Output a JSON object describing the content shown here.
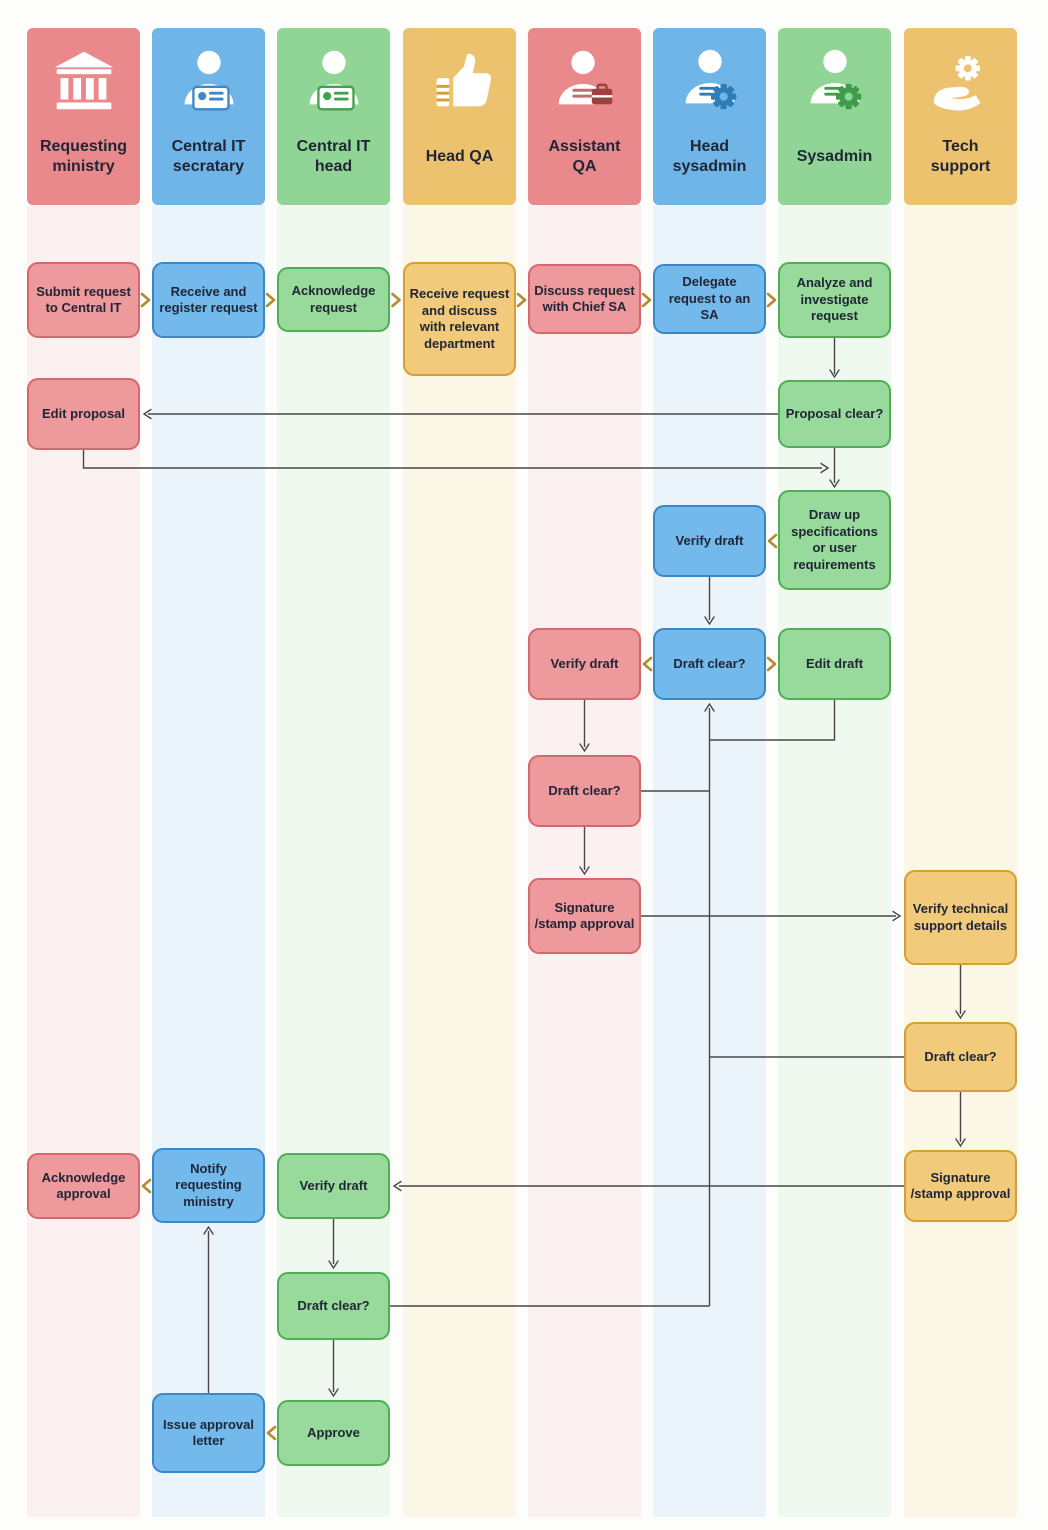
{
  "diagram": {
    "type": "swimlane-flowchart",
    "background": "#fdfdfb",
    "lanes": [
      {
        "id": "requesting-ministry",
        "label": "Requesting ministry",
        "icon": "government-building-icon",
        "color": "red"
      },
      {
        "id": "central-it-secratary",
        "label": "Central IT secratary",
        "icon": "secretary-id-badge-icon",
        "color": "blue"
      },
      {
        "id": "central-it-head",
        "label": "Central IT head",
        "icon": "manager-id-badge-icon",
        "color": "green"
      },
      {
        "id": "head-qa",
        "label": "Head QA",
        "icon": "thumbs-up-icon",
        "color": "yellow"
      },
      {
        "id": "assistant-qa",
        "label": "Assistant QA",
        "icon": "assistant-briefcase-icon",
        "color": "red"
      },
      {
        "id": "head-sysadmin",
        "label": "Head sysadmin",
        "icon": "admin-gear-icon",
        "color": "blue"
      },
      {
        "id": "sysadmin",
        "label": "Sysadmin",
        "icon": "sysadmin-gear-icon",
        "color": "green"
      },
      {
        "id": "tech-support",
        "label": "Tech support",
        "icon": "hand-gear-icon",
        "color": "yellow"
      }
    ],
    "nodes": [
      {
        "id": "submit-request",
        "lane": "requesting-ministry",
        "color": "red",
        "label": "Submit request to Central IT"
      },
      {
        "id": "receive-register",
        "lane": "central-it-secratary",
        "color": "blue",
        "label": "Receive and register request"
      },
      {
        "id": "acknowledge-request",
        "lane": "central-it-head",
        "color": "green",
        "label": "Acknowledge request"
      },
      {
        "id": "receive-discuss-department",
        "lane": "head-qa",
        "color": "yellow",
        "label": "Receive request and discuss with relevant department"
      },
      {
        "id": "discuss-chief-sa",
        "lane": "assistant-qa",
        "color": "red",
        "label": "Discuss request with Chief SA"
      },
      {
        "id": "delegate-to-sa",
        "lane": "head-sysadmin",
        "color": "blue",
        "label": "Delegate request to an SA"
      },
      {
        "id": "analyze-investigate",
        "lane": "sysadmin",
        "color": "green",
        "label": "Analyze and investigate request"
      },
      {
        "id": "edit-proposal",
        "lane": "requesting-ministry",
        "color": "red",
        "label": "Edit proposal"
      },
      {
        "id": "proposal-clear",
        "lane": "sysadmin",
        "color": "green",
        "label": "Proposal clear?"
      },
      {
        "id": "verify-draft-head-sysadmin",
        "lane": "head-sysadmin",
        "color": "blue",
        "label": "Verify draft"
      },
      {
        "id": "draw-up-specifications",
        "lane": "sysadmin",
        "color": "green",
        "label": "Draw up specifications or user requirements"
      },
      {
        "id": "verify-draft-assistant-qa",
        "lane": "assistant-qa",
        "color": "red",
        "label": "Verify draft"
      },
      {
        "id": "draft-clear-head-sysadmin",
        "lane": "head-sysadmin",
        "color": "blue",
        "label": "Draft clear?"
      },
      {
        "id": "edit-draft",
        "lane": "sysadmin",
        "color": "green",
        "label": "Edit draft"
      },
      {
        "id": "draft-clear-assistant-qa",
        "lane": "assistant-qa",
        "color": "red",
        "label": "Draft clear?"
      },
      {
        "id": "signature-stamp-approval-assistant-qa",
        "lane": "assistant-qa",
        "color": "red",
        "label": "Signature /stamp approval"
      },
      {
        "id": "verify-technical-support-details",
        "lane": "tech-support",
        "color": "yellow",
        "label": "Verify technical support details"
      },
      {
        "id": "draft-clear-tech-support",
        "lane": "tech-support",
        "color": "yellow",
        "label": "Draft clear?"
      },
      {
        "id": "signature-stamp-approval-tech-support",
        "lane": "tech-support",
        "color": "yellow",
        "label": "Signature /stamp approval"
      },
      {
        "id": "verify-draft-central-it-head",
        "lane": "central-it-head",
        "color": "green",
        "label": "Verify draft"
      },
      {
        "id": "notify-requesting-ministry",
        "lane": "central-it-secratary",
        "color": "blue",
        "label": "Notify requesting ministry"
      },
      {
        "id": "acknowledge-approval",
        "lane": "requesting-ministry",
        "color": "red",
        "label": "Acknowledge approval"
      },
      {
        "id": "draft-clear-central-it-head",
        "lane": "central-it-head",
        "color": "green",
        "label": "Draft clear?"
      },
      {
        "id": "approve",
        "lane": "central-it-head",
        "color": "green",
        "label": "Approve"
      },
      {
        "id": "issue-approval-letter",
        "lane": "central-it-secratary",
        "color": "blue",
        "label": "Issue approval letter"
      }
    ],
    "connections": [
      {
        "from": "submit-request",
        "to": "receive-register"
      },
      {
        "from": "receive-register",
        "to": "acknowledge-request"
      },
      {
        "from": "acknowledge-request",
        "to": "receive-discuss-department"
      },
      {
        "from": "receive-discuss-department",
        "to": "discuss-chief-sa"
      },
      {
        "from": "discuss-chief-sa",
        "to": "delegate-to-sa"
      },
      {
        "from": "delegate-to-sa",
        "to": "analyze-investigate"
      },
      {
        "from": "analyze-investigate",
        "to": "proposal-clear"
      },
      {
        "from": "proposal-clear",
        "to": "edit-proposal"
      },
      {
        "from": "proposal-clear",
        "to": "draw-up-specifications"
      },
      {
        "from": "edit-proposal",
        "to": "draw-up-specifications"
      },
      {
        "from": "draw-up-specifications",
        "to": "verify-draft-head-sysadmin"
      },
      {
        "from": "verify-draft-head-sysadmin",
        "to": "draft-clear-head-sysadmin"
      },
      {
        "from": "draft-clear-head-sysadmin",
        "to": "verify-draft-assistant-qa"
      },
      {
        "from": "draft-clear-head-sysadmin",
        "to": "edit-draft"
      },
      {
        "from": "edit-draft",
        "to": "draft-clear-head-sysadmin"
      },
      {
        "from": "verify-draft-assistant-qa",
        "to": "draft-clear-assistant-qa"
      },
      {
        "from": "draft-clear-assistant-qa",
        "to": "draft-clear-head-sysadmin"
      },
      {
        "from": "draft-clear-assistant-qa",
        "to": "signature-stamp-approval-assistant-qa"
      },
      {
        "from": "signature-stamp-approval-assistant-qa",
        "to": "verify-technical-support-details"
      },
      {
        "from": "verify-technical-support-details",
        "to": "draft-clear-tech-support"
      },
      {
        "from": "draft-clear-tech-support",
        "to": "draft-clear-head-sysadmin"
      },
      {
        "from": "draft-clear-tech-support",
        "to": "signature-stamp-approval-tech-support"
      },
      {
        "from": "signature-stamp-approval-tech-support",
        "to": "verify-draft-central-it-head"
      },
      {
        "from": "verify-draft-central-it-head",
        "to": "draft-clear-central-it-head"
      },
      {
        "from": "draft-clear-central-it-head",
        "to": "draft-clear-head-sysadmin"
      },
      {
        "from": "draft-clear-central-it-head",
        "to": "approve"
      },
      {
        "from": "approve",
        "to": "issue-approval-letter"
      },
      {
        "from": "issue-approval-letter",
        "to": "notify-requesting-ministry"
      },
      {
        "from": "notify-requesting-ministry",
        "to": "acknowledge-approval"
      }
    ],
    "colors": {
      "red": {
        "header": "#e9898c",
        "fill": "#ee999b",
        "border": "#d4696d",
        "tint": "#fcf1f1"
      },
      "blue": {
        "header": "#70b5e8",
        "fill": "#74b9ec",
        "border": "#3a87c8",
        "tint": "#ebf4fb"
      },
      "green": {
        "header": "#90d595",
        "fill": "#97da9b",
        "border": "#4fae56",
        "tint": "#f0f9f0"
      },
      "yellow": {
        "header": "#ecc26e",
        "fill": "#f1ca7b",
        "border": "#d4a033",
        "tint": "#fcf6e7"
      },
      "text": "#212636",
      "line": "#474747",
      "chevron": "#b38a2e"
    }
  }
}
